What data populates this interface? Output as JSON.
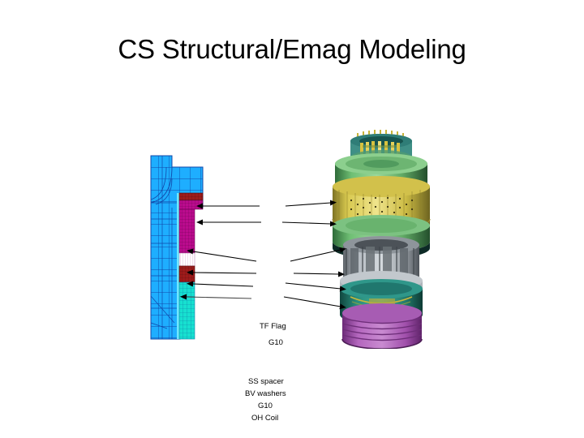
{
  "slide": {
    "title": "CS Structural/Emag Modeling",
    "background_color": "#ffffff",
    "title_color": "#000000"
  },
  "figure": {
    "name": "cs-structural-emag-figure",
    "left_panel": {
      "name": "fem-mesh-cross-section",
      "description": "2D axisymmetric finite element mesh cross-section",
      "mesh_line_color": "#1155bb",
      "regions": [
        {
          "name": "tf-flag-region",
          "color": "#1eaeff",
          "label": "TF Flag"
        },
        {
          "name": "g10-upper-region",
          "color": "#9e1b1b",
          "label": "G10"
        },
        {
          "name": "ss-spacer-region",
          "color": "#bb0b8e",
          "label": "SS spacer"
        },
        {
          "name": "bv-washers-region",
          "color": "#ffffff",
          "label": "BV washers"
        },
        {
          "name": "g10-lower-region",
          "color": "#9e1b1b",
          "label": "G10"
        },
        {
          "name": "oh-coil-region",
          "color": "#17e0d0",
          "label": "OH Coil"
        }
      ]
    },
    "right_panel": {
      "name": "cad-assembly-render",
      "description": "3D CAD rendering of the CS assembly stack",
      "components": [
        {
          "name": "top-connector-ring",
          "color": "#1f7a75"
        },
        {
          "name": "upper-green-flange",
          "color": "#5aa85e"
        },
        {
          "name": "gold-banded-shell",
          "color": "#d9c84a"
        },
        {
          "name": "lower-green-flange",
          "color": "#5aa85e"
        },
        {
          "name": "grey-spacer-ribs",
          "color": "#a8adb2"
        },
        {
          "name": "teal-washer-ring",
          "color": "#1f7a6a"
        },
        {
          "name": "purple-coil",
          "color": "#a54fb0"
        }
      ]
    },
    "labels": [
      {
        "id": "tf-flag",
        "text": "TF Flag"
      },
      {
        "id": "g10-upper",
        "text": "G10"
      },
      {
        "id": "ss-spacer",
        "text": "SS spacer"
      },
      {
        "id": "bv-washers",
        "text": "BV washers"
      },
      {
        "id": "g10-lower",
        "text": "G10"
      },
      {
        "id": "oh-coil",
        "text": "OH Coil"
      }
    ],
    "arrow_color": "#000000"
  }
}
